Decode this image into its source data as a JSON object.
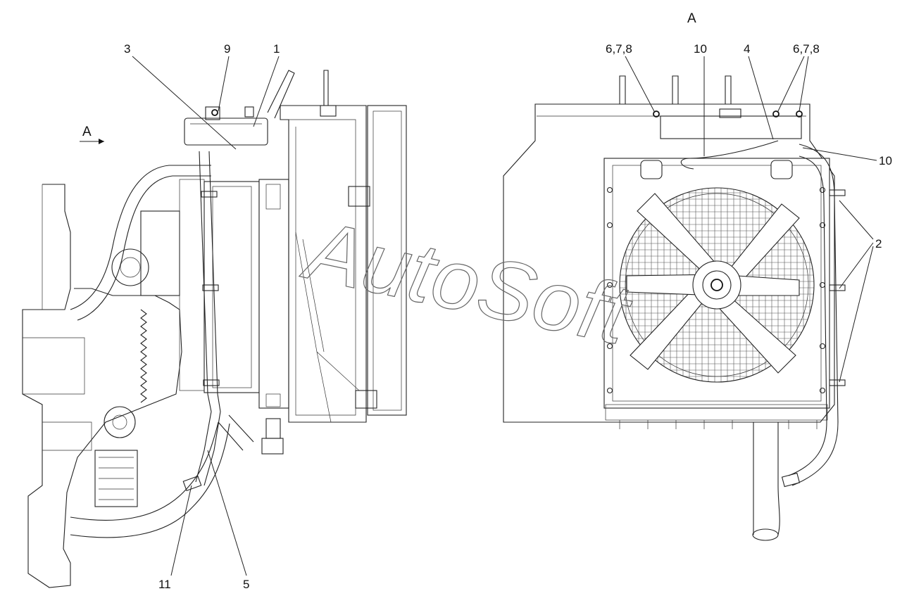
{
  "watermark": "AutoSoft",
  "view_marker": {
    "arrow_label": "A",
    "view_title": "A"
  },
  "left_view": {
    "callouts": {
      "c3": "3",
      "c9": "9",
      "c1": "1",
      "c11": "11",
      "c5": "5"
    }
  },
  "right_view": {
    "callouts": {
      "c678a": "6,7,8",
      "c10a": "10",
      "c4": "4",
      "c678b": "6,7,8",
      "c10b": "10",
      "c2": "2"
    }
  }
}
